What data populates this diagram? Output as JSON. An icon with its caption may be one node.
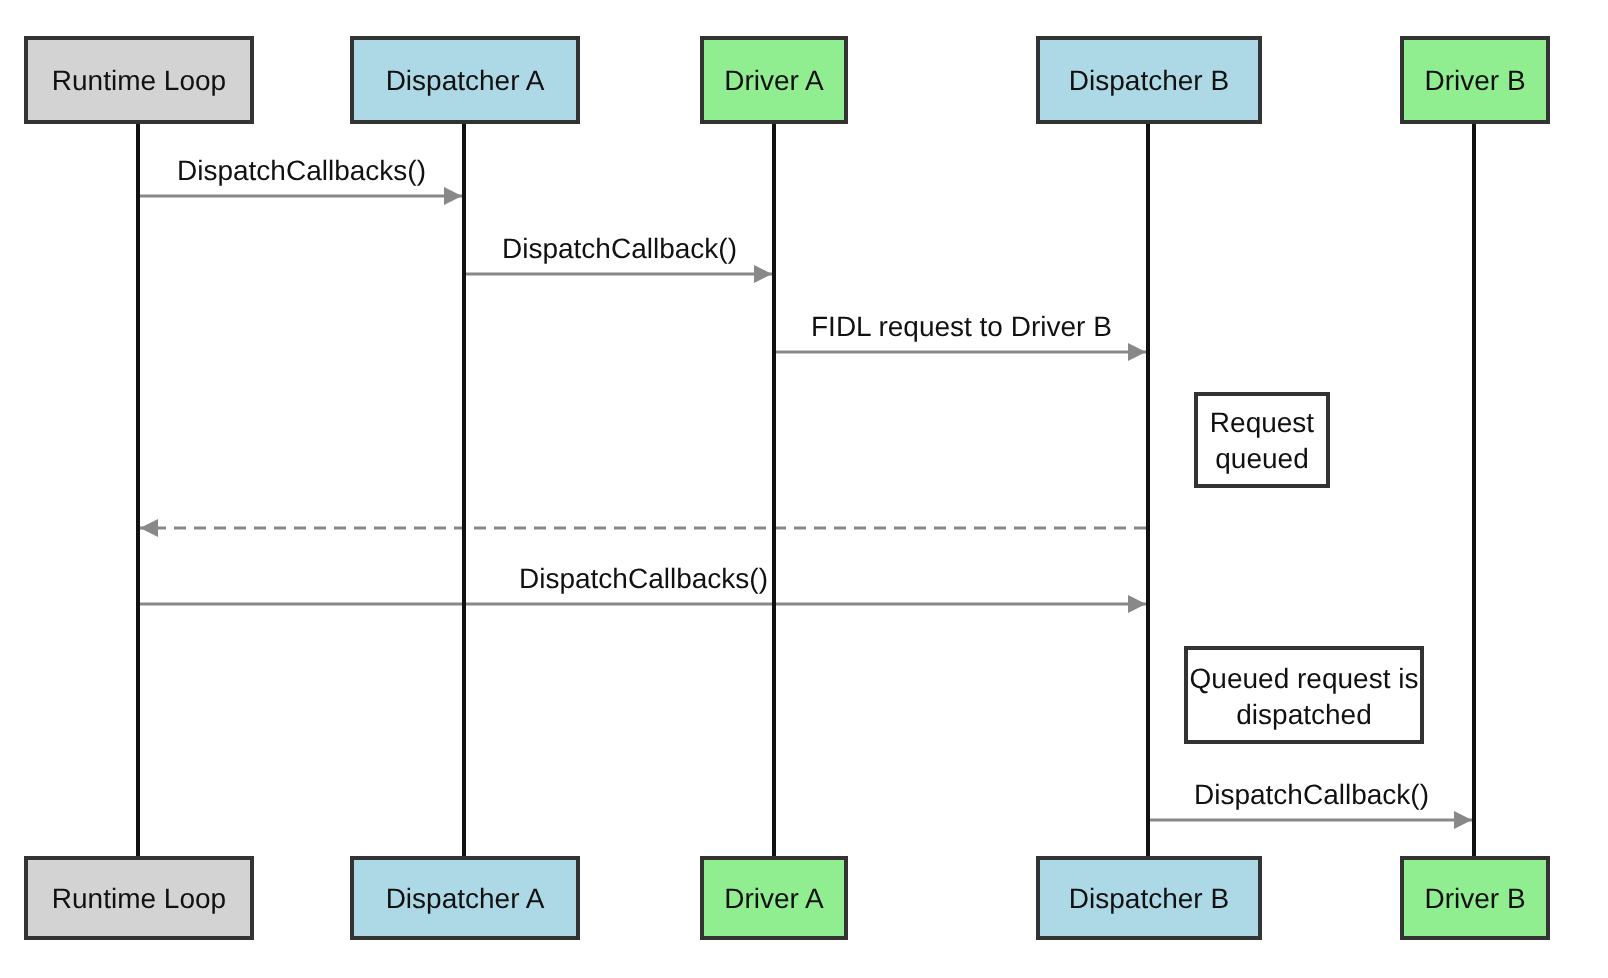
{
  "diagram": {
    "nodes": [
      {
        "text": [
          "Runtime Loop"
        ]
      },
      {
        "text": [
          "Dispatcher A"
        ]
      },
      {
        "text": [
          "Driver A"
        ]
      },
      {
        "text": [
          "Dispatcher B"
        ]
      },
      {
        "text": [
          "Driver B"
        ]
      },
      {
        "text": [],
        "shape": "line"
      },
      {
        "text": [],
        "shape": "line"
      },
      {
        "text": [],
        "shape": "line"
      },
      {
        "text": [],
        "shape": "line"
      },
      {
        "text": [],
        "shape": "line"
      },
      {
        "text": [
          "Request queued"
        ]
      },
      {
        "text": [
          "Queued request is dispatched"
        ]
      },
      {
        "text": [
          "Runtime Loop"
        ]
      },
      {
        "text": [
          "Dispatcher A"
        ]
      },
      {
        "text": [
          "Driver A"
        ]
      },
      {
        "text": [
          "Dispatcher B"
        ]
      },
      {
        "text": [
          "Driver B"
        ]
      }
    ],
    "edges": [
      {
        "from": 5,
        "to": 6,
        "label": "DispatchCallbacks()",
        "arrow": "to"
      },
      {
        "from": 6,
        "to": 7,
        "label": "DispatchCallback()",
        "arrow": "to"
      },
      {
        "from": 7,
        "to": 8,
        "label": "FIDL request to Driver B",
        "arrow": "to"
      },
      {
        "from": 8,
        "to": 5,
        "arrow": "to",
        "style": "dashed"
      },
      {
        "from": 5,
        "to": 8,
        "label": "DispatchCallbacks()",
        "arrow": "to"
      },
      {
        "from": 8,
        "to": 9,
        "label": "DispatchCallback()",
        "arrow": "to"
      }
    ]
  }
}
